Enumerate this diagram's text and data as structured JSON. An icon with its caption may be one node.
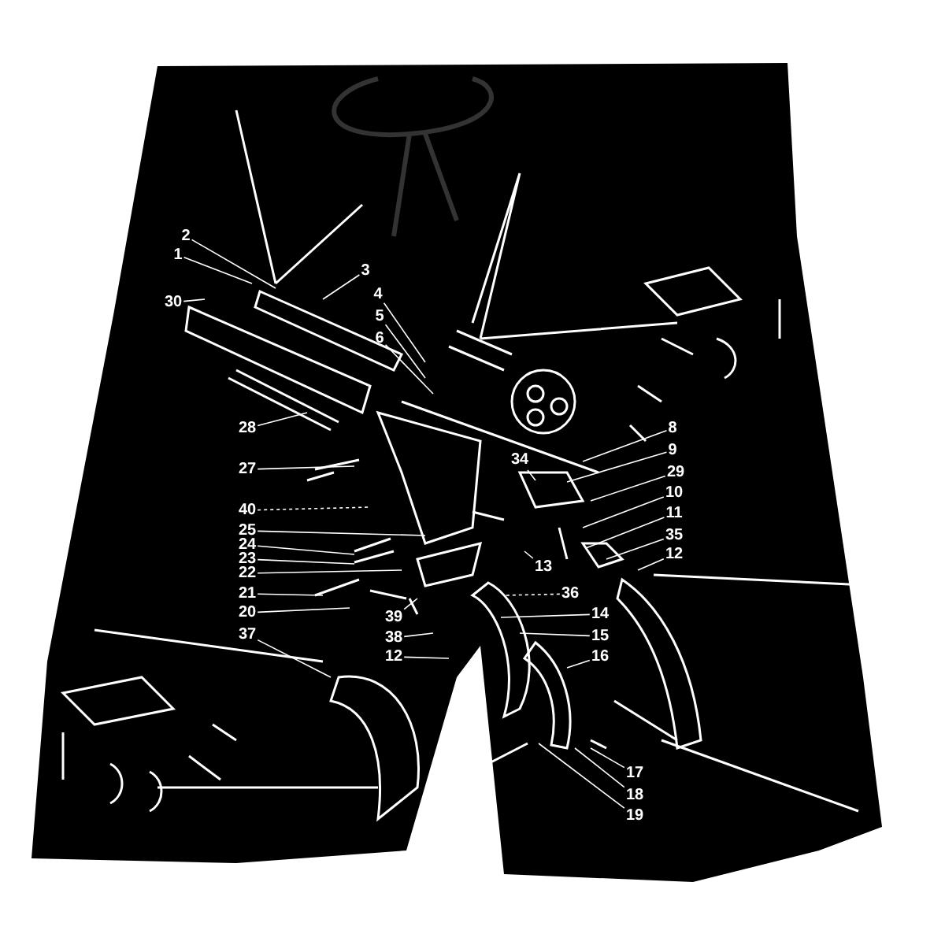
{
  "diagram": {
    "nodes": [
      {
        "text": [
          "2"
        ]
      },
      {
        "text": [
          "1"
        ]
      },
      {
        "text": [
          "30"
        ]
      },
      {
        "text": [
          "3"
        ]
      },
      {
        "text": [
          "4"
        ]
      },
      {
        "text": [
          "5"
        ]
      },
      {
        "text": [
          "6"
        ]
      },
      {
        "text": [
          "28"
        ]
      },
      {
        "text": [
          "8"
        ]
      },
      {
        "text": [
          "27"
        ]
      },
      {
        "text": [
          "9"
        ]
      },
      {
        "text": [
          "34"
        ]
      },
      {
        "text": [
          "29"
        ]
      },
      {
        "text": [
          "40"
        ]
      },
      {
        "text": [
          "10"
        ]
      },
      {
        "text": [
          "25"
        ]
      },
      {
        "text": [
          "11"
        ]
      },
      {
        "text": [
          "24"
        ]
      },
      {
        "text": [
          "35"
        ]
      },
      {
        "text": [
          "23"
        ]
      },
      {
        "text": [
          "13"
        ]
      },
      {
        "text": [
          "12"
        ]
      },
      {
        "text": [
          "22"
        ]
      },
      {
        "text": [
          "36"
        ]
      },
      {
        "text": [
          "21"
        ]
      },
      {
        "text": [
          "14"
        ]
      },
      {
        "text": [
          "20"
        ]
      },
      {
        "text": [
          "39"
        ]
      },
      {
        "text": [
          "38"
        ]
      },
      {
        "text": [
          "15"
        ]
      },
      {
        "text": [
          "37"
        ]
      },
      {
        "text": [
          "12"
        ]
      },
      {
        "text": [
          "16"
        ]
      },
      {
        "text": [
          "17"
        ]
      },
      {
        "text": [
          "18"
        ]
      },
      {
        "text": [
          "19"
        ]
      }
    ],
    "edges": [
      {
        "from": 0,
        "to": null,
        "arrow": "none"
      },
      {
        "from": 1,
        "to": null,
        "arrow": "none"
      },
      {
        "from": 2,
        "to": null,
        "arrow": "none"
      },
      {
        "from": 3,
        "to": null,
        "arrow": "none"
      },
      {
        "from": 4,
        "to": null,
        "arrow": "none"
      },
      {
        "from": 5,
        "to": null,
        "arrow": "none"
      },
      {
        "from": 6,
        "to": null,
        "arrow": "none"
      },
      {
        "from": 7,
        "to": null,
        "arrow": "none"
      },
      {
        "from": 8,
        "to": null,
        "arrow": "none"
      },
      {
        "from": 9,
        "to": null,
        "arrow": "none"
      },
      {
        "from": 10,
        "to": null,
        "arrow": "none"
      },
      {
        "from": 11,
        "to": null,
        "arrow": "none"
      },
      {
        "from": 12,
        "to": null,
        "arrow": "none"
      },
      {
        "from": 13,
        "to": null,
        "arrow": "none",
        "style": "dashed"
      },
      {
        "from": 14,
        "to": null,
        "arrow": "none"
      },
      {
        "from": 15,
        "to": null,
        "arrow": "none"
      },
      {
        "from": 16,
        "to": null,
        "arrow": "none"
      },
      {
        "from": 17,
        "to": null,
        "arrow": "none"
      },
      {
        "from": 18,
        "to": null,
        "arrow": "none"
      },
      {
        "from": 19,
        "to": null,
        "arrow": "none"
      },
      {
        "from": 20,
        "to": null,
        "arrow": "none"
      },
      {
        "from": 21,
        "to": null,
        "arrow": "none"
      },
      {
        "from": 22,
        "to": null,
        "arrow": "none"
      },
      {
        "from": 23,
        "to": null,
        "arrow": "none",
        "style": "dashed"
      },
      {
        "from": 24,
        "to": null,
        "arrow": "none"
      },
      {
        "from": 25,
        "to": null,
        "arrow": "none"
      },
      {
        "from": 26,
        "to": null,
        "arrow": "none"
      },
      {
        "from": 27,
        "to": null,
        "arrow": "none"
      },
      {
        "from": 28,
        "to": null,
        "arrow": "none"
      },
      {
        "from": 29,
        "to": null,
        "arrow": "none"
      },
      {
        "from": 30,
        "to": null,
        "arrow": "none"
      },
      {
        "from": 31,
        "to": null,
        "arrow": "none"
      },
      {
        "from": 32,
        "to": null,
        "arrow": "none"
      },
      {
        "from": 33,
        "to": null,
        "arrow": "none"
      },
      {
        "from": 34,
        "to": null,
        "arrow": "none"
      },
      {
        "from": 35,
        "to": null,
        "arrow": "none"
      }
    ]
  }
}
